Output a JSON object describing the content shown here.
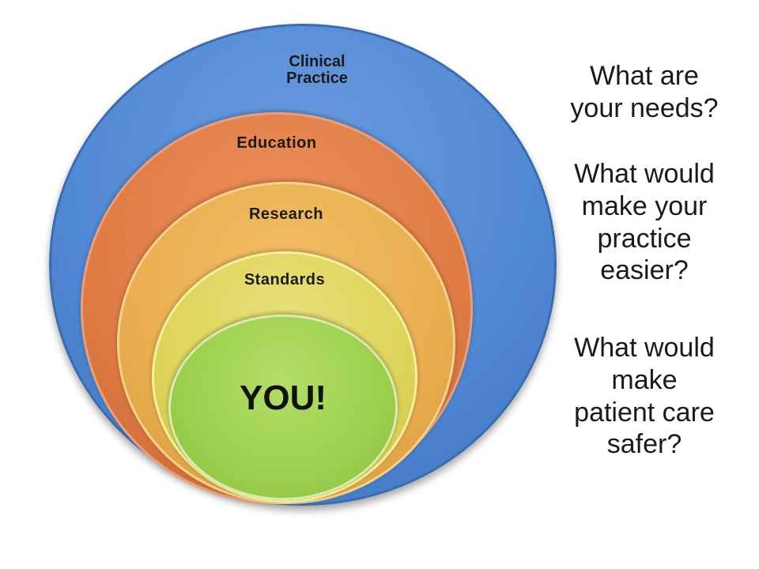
{
  "diagram": {
    "rings": {
      "clinical": {
        "label_line1": "Clinical",
        "label_line2": "Practice",
        "color": "#5289d4"
      },
      "education": {
        "label": "Education",
        "color": "#de7a44"
      },
      "research": {
        "label": "Research",
        "color": "#e8ad4e"
      },
      "standards": {
        "label": "Standards",
        "color": "#dcd458"
      },
      "you": {
        "label": "YOU!",
        "color": "#9dd04e"
      }
    }
  },
  "questions": {
    "q1": {
      "line1": "What are",
      "line2": "your needs?"
    },
    "q2": {
      "line1": "What would",
      "line2": "make your",
      "line3": "practice",
      "line4": "easier?"
    },
    "q3": {
      "line1": "What would",
      "line2": "make",
      "line3": "patient care",
      "line4": "safer?"
    }
  }
}
